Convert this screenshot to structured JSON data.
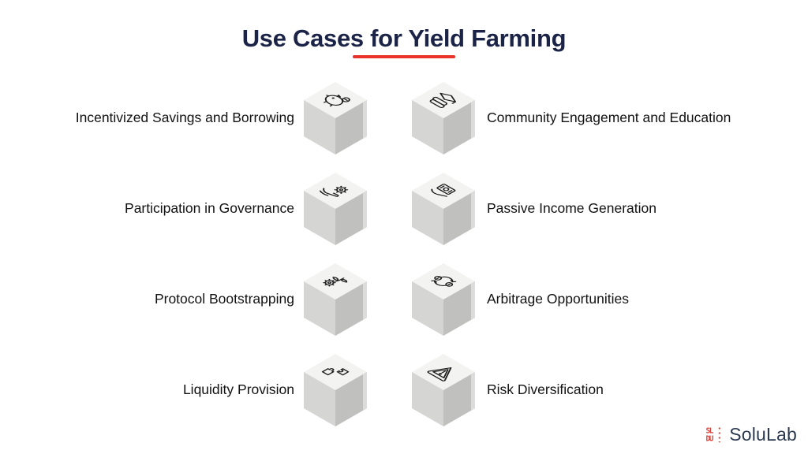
{
  "title": {
    "text": "Use Cases for Yield Farming"
  },
  "rows": [
    {
      "left": {
        "label": "Incentivized Savings and Borrowing",
        "icon": "piggy-bank-icon"
      },
      "right": {
        "label": "Community Engagement and Education",
        "icon": "graduation-books-icon"
      }
    },
    {
      "left": {
        "label": "Participation in Governance",
        "icon": "hand-gear-icon"
      },
      "right": {
        "label": "Passive Income Generation",
        "icon": "banknote-hand-icon"
      }
    },
    {
      "left": {
        "label": "Protocol Bootstrapping",
        "icon": "sprout-gear-icon"
      },
      "right": {
        "label": "Arbitrage Opportunities",
        "icon": "cycle-coins-icon"
      }
    },
    {
      "left": {
        "label": "Liquidity Provision",
        "icon": "puzzle-pieces-icon"
      },
      "right": {
        "label": "Risk Diversification",
        "icon": "warning-triangle-icon"
      }
    }
  ],
  "footer": {
    "brand": "SoluLab"
  },
  "colors": {
    "background": "#ffffff",
    "title": "#1b2347",
    "underline": "#e8322a",
    "label": "#121212",
    "cube_top": "#f3f3f2",
    "cube_left": "#d5d5d4",
    "cube_right": "#c0c0bf",
    "cube_edge_highlight": "#dcdcdb",
    "icon_stroke": "#1f1f1f",
    "brand_text": "#2b3950",
    "brand_mark": "#d6433b"
  }
}
